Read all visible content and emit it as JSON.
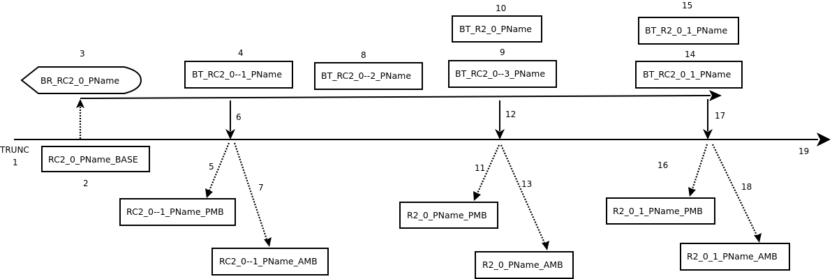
{
  "diagram": {
    "timeline_label": "TRUNC",
    "timeline_id": "1",
    "timeline_end_id": "19",
    "branch": {
      "id": "3",
      "label": "BR_RC2_0_PName"
    },
    "nodes": [
      {
        "id": "2",
        "label": "RC2_0_PName_BASE"
      },
      {
        "id": "4",
        "label": "BT_RC2_0--1_PName"
      },
      {
        "id": "8",
        "label": "BT_RC2_0--2_PName"
      },
      {
        "id": "9",
        "label": "BT_RC2_0--3_PName"
      },
      {
        "id": "10",
        "label": "BT_R2_0_PName"
      },
      {
        "id": "14",
        "label": "BT_RC2_0_1_PName"
      },
      {
        "id": "15",
        "label": "BT_R2_0_1_PName"
      },
      {
        "id": "5",
        "label": "RC2_0--1_PName_PMB"
      },
      {
        "id": "7",
        "label": "RC2_0--1_PName_AMB"
      },
      {
        "id": "11",
        "label": "R2_0_PName_PMB"
      },
      {
        "id": "13",
        "label": "R2_0_PName_AMB"
      },
      {
        "id": "16",
        "label": "R2_0_1_PName_PMB"
      },
      {
        "id": "18",
        "label": "R2_0_1_PName_AMB"
      }
    ],
    "edges": [
      {
        "id": "6",
        "style": "solid",
        "description": "branch line to trunk merge"
      },
      {
        "id": "12",
        "style": "solid",
        "description": "branch line to trunk merge"
      },
      {
        "id": "17",
        "style": "solid",
        "description": "branch line to trunk merge"
      },
      {
        "id": "5",
        "style": "dotted",
        "description": "trunk to PMB"
      },
      {
        "id": "7",
        "style": "dotted",
        "description": "trunk to AMB"
      },
      {
        "id": "11",
        "style": "dotted",
        "description": "trunk to PMB"
      },
      {
        "id": "13",
        "style": "dotted",
        "description": "trunk to AMB"
      },
      {
        "id": "16",
        "style": "dotted",
        "description": "trunk to PMB"
      },
      {
        "id": "18",
        "style": "dotted",
        "description": "trunk to AMB"
      }
    ]
  }
}
